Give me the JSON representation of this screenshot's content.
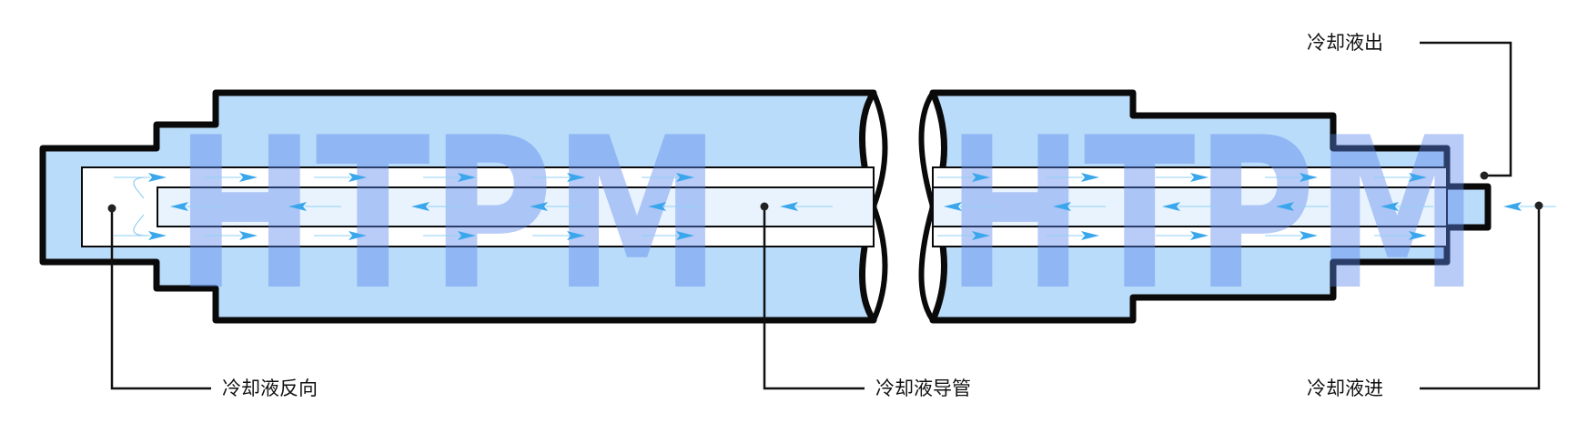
{
  "diagram": {
    "watermark": "HTPM",
    "labels": {
      "coolant_out": "冷却液出",
      "coolant_in": "冷却液进",
      "coolant_reverse": "冷却液反向",
      "coolant_tube": "冷却液导管"
    },
    "colors": {
      "body_fill": "#b9dcfa",
      "channel_fill": "#ffffff",
      "tube_fill": "#e8f3fe",
      "arrow": "#3aa7ec",
      "watermark": "#7fa3f2",
      "outline": "#0a0a0a"
    }
  }
}
